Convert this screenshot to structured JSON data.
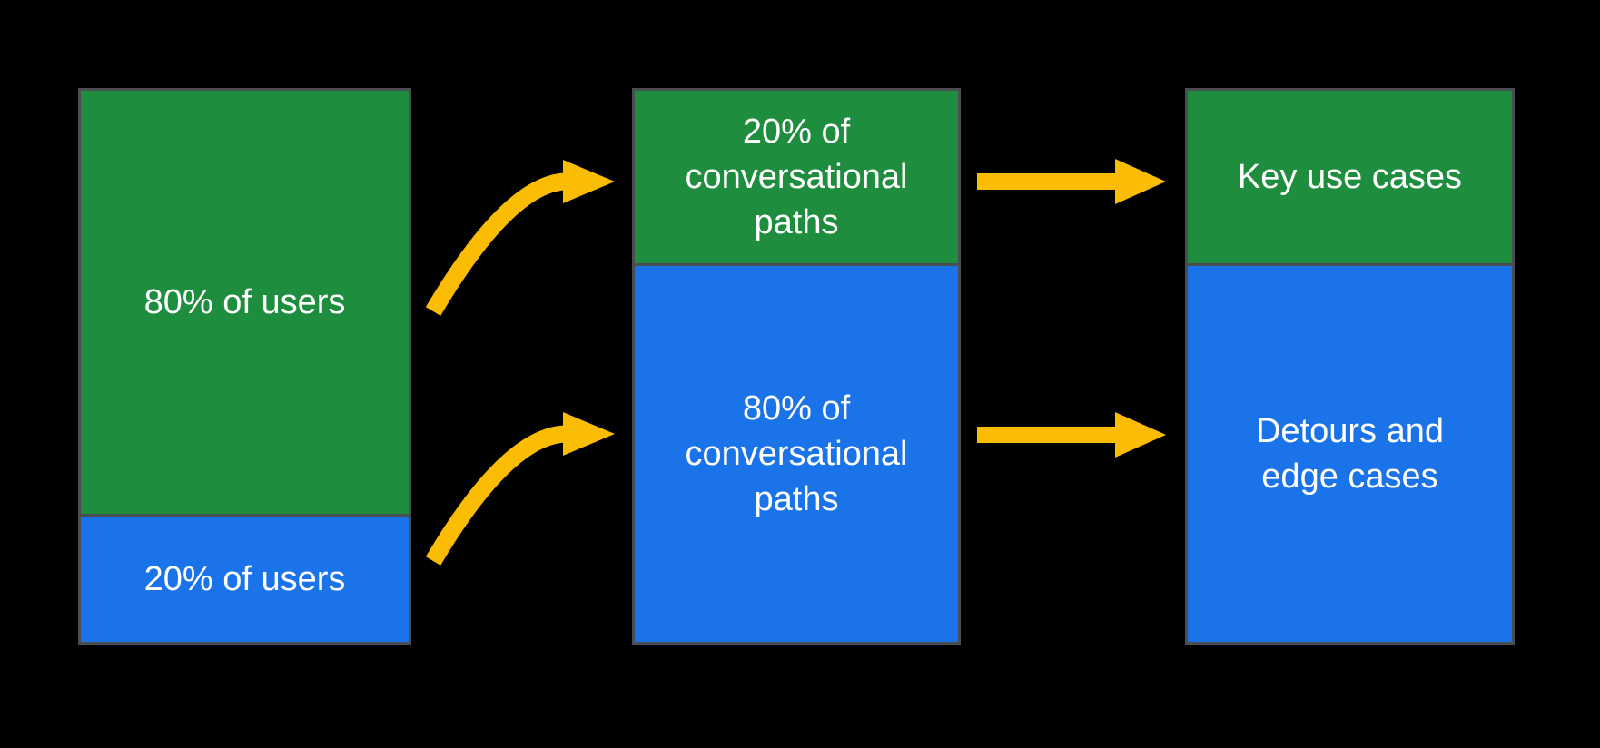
{
  "colors": {
    "background": "#000000",
    "green": "#1E8E3E",
    "blue": "#1A73E8",
    "arrow_yellow": "#FBBC04",
    "box_border": "#4A4D51",
    "text": "#FFFFFF"
  },
  "diagram": {
    "columns": [
      {
        "name": "users",
        "segments": [
          {
            "id": "users-majority",
            "label": "80% of users",
            "color": "green"
          },
          {
            "id": "users-minority",
            "label": "20% of users",
            "color": "blue"
          }
        ]
      },
      {
        "name": "conversational-paths",
        "segments": [
          {
            "id": "paths-minority",
            "label": "20% of\nconversational\npaths",
            "color": "green"
          },
          {
            "id": "paths-majority",
            "label": "80% of\nconversational\npaths",
            "color": "blue"
          }
        ]
      },
      {
        "name": "use-cases",
        "segments": [
          {
            "id": "key-use-cases",
            "label": "Key use cases",
            "color": "green"
          },
          {
            "id": "detours-edge-cases",
            "label": "Detours and\nedge cases",
            "color": "blue"
          }
        ]
      }
    ],
    "arrows": [
      {
        "name": "users-80-to-paths-20",
        "style": "curved",
        "color": "arrow_yellow"
      },
      {
        "name": "users-20-to-paths-80",
        "style": "curved",
        "color": "arrow_yellow"
      },
      {
        "name": "paths-20-to-key-use-cases",
        "style": "straight",
        "color": "arrow_yellow"
      },
      {
        "name": "paths-80-to-detours",
        "style": "straight",
        "color": "arrow_yellow"
      }
    ]
  }
}
